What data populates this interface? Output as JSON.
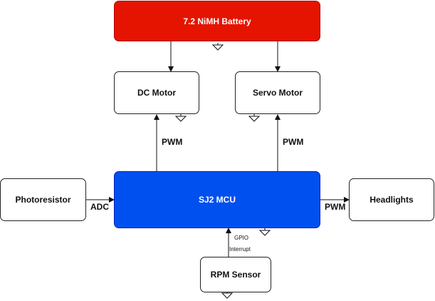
{
  "nodes": {
    "battery": "7.2 NiMH Battery",
    "dc_motor": "DC Motor",
    "servo_motor": "Servo Motor",
    "photoresistor": "Photoresistor",
    "mcu": "SJ2 MCU",
    "headlights": "Headlights",
    "rpm_sensor": "RPM Sensor"
  },
  "edges": {
    "pwm_dc": "PWM",
    "pwm_servo": "PWM",
    "adc": "ADC",
    "pwm_headlights": "PWM",
    "gpio_line1": "GPIO",
    "gpio_line2": "Interrupt"
  },
  "colors": {
    "battery_fill": "#e51400",
    "mcu_fill": "#0050ef",
    "stroke": "#222222"
  },
  "icons": [
    "ground-icon",
    "arrow-head"
  ]
}
